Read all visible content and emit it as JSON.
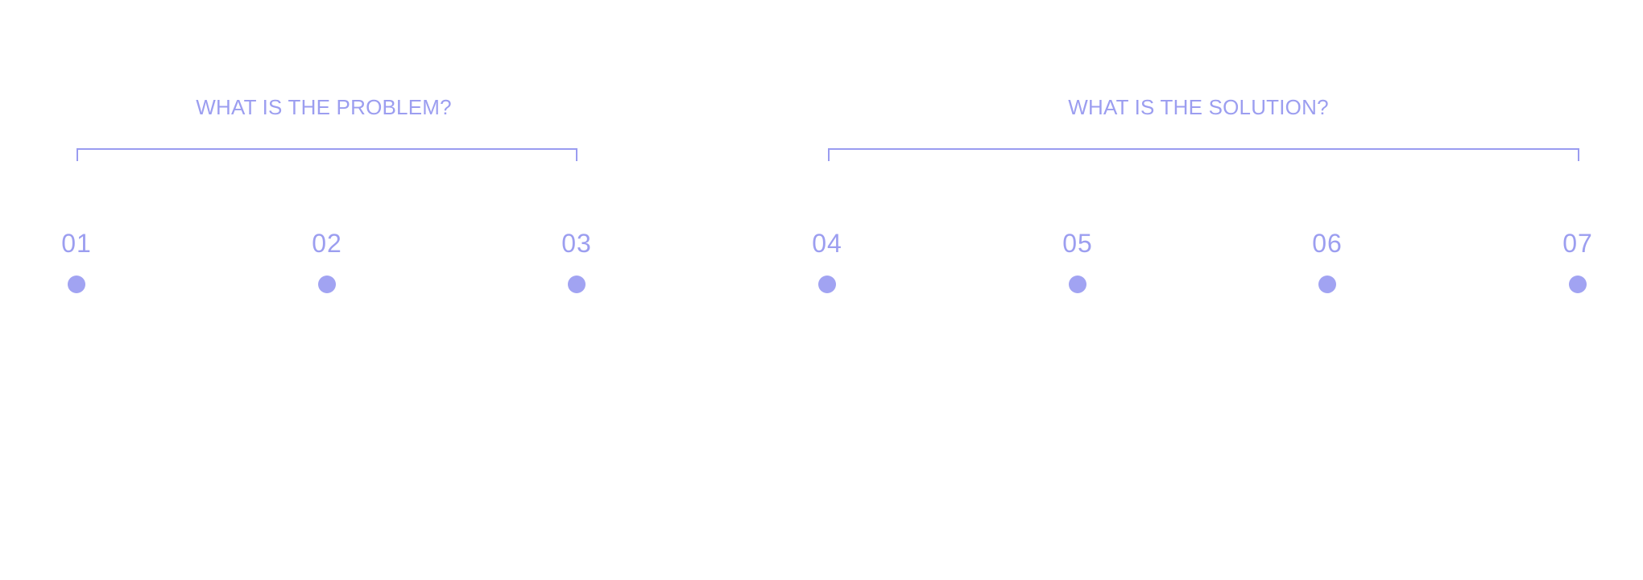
{
  "colors": {
    "text": "#9c9ef0",
    "line": "#9a9cf0",
    "dot": "#a1a3f2"
  },
  "sections": [
    {
      "title": "WHAT IS THE PROBLEM?"
    },
    {
      "title": "WHAT IS THE SOLUTION?"
    }
  ],
  "steps": [
    {
      "number": "01"
    },
    {
      "number": "02"
    },
    {
      "number": "03"
    },
    {
      "number": "04"
    },
    {
      "number": "05"
    },
    {
      "number": "06"
    },
    {
      "number": "07"
    }
  ]
}
